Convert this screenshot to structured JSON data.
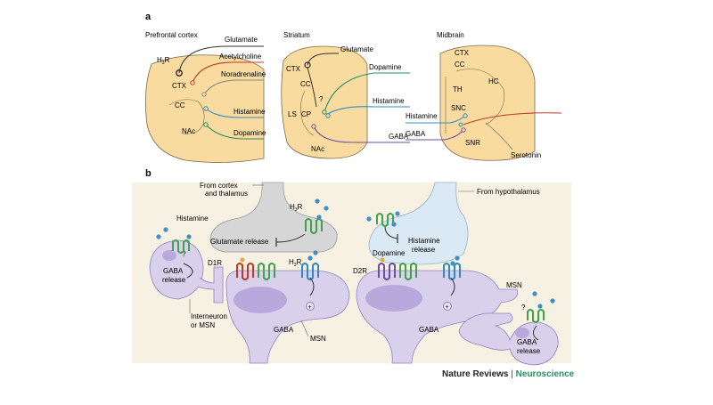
{
  "panel_a": {
    "label": "a",
    "pfc": {
      "title": "Prefrontal cortex",
      "receptor": "H",
      "receptor_sub": "3",
      "receptor_tail": "R",
      "regions": {
        "ctx": "CTX",
        "cc": "CC",
        "nac": "NAc"
      },
      "inputs": [
        "Glutamate",
        "Acetylcholine",
        "Noradrenaline",
        "Histamine",
        "Dopamine"
      ]
    },
    "striatum": {
      "title": "Striatum",
      "regions": {
        "ctx": "CTX",
        "cc": "CC",
        "ls": "LS",
        "cp": "CP",
        "nac": "NAc",
        "q": "?"
      },
      "inputs": [
        "Glutamate",
        "Dopamine",
        "Histamine",
        "GABA"
      ]
    },
    "midbrain": {
      "title": "Midbrain",
      "regions": {
        "ctx": "CTX",
        "cc": "CC",
        "hc": "HC",
        "th": "TH",
        "snc": "SNC",
        "snr": "SNR"
      },
      "inputs": [
        "Histamine",
        "GABA",
        "Serotonin"
      ]
    }
  },
  "panel_b": {
    "label": "b",
    "from_cortex": [
      "From cortex",
      "and thalamus"
    ],
    "from_hypothalamus": "From hypothalamus",
    "histamine": "Histamine",
    "q": "?",
    "h3r": {
      "h": "H",
      "sub": "3",
      "r": "R"
    },
    "glutamate_release": "Glutamate release",
    "histamine_release": [
      "Histamine",
      "release"
    ],
    "gaba_release_left": [
      "GABA",
      "release"
    ],
    "interneuron": [
      "Interneuron",
      "or MSN"
    ],
    "d1r": "D1R",
    "d2r": "D2R",
    "dopamine": "Dopamine",
    "gaba": "GABA",
    "msn": "MSN",
    "plus": "+",
    "gaba_release_right": [
      "GABA",
      "release"
    ]
  },
  "credit": {
    "journal": "Nature Reviews",
    "sep": "|",
    "field": "Neuroscience"
  },
  "colors": {
    "tissue": "#f9dba0",
    "tissue_edge": "#7a6a4a",
    "panel_bg": "#f7f1e3",
    "neuron": "#d9d0ec",
    "neuron_dark": "#8f82c2",
    "nucleus": "#b8a8dc",
    "glutamate": "#333333",
    "acetylcholine": "#c0392b",
    "noradrenaline": "#7f8c8d",
    "histamine": "#2e8bc0",
    "dopamine": "#1f8f5f",
    "gaba": "#6c4fa0",
    "serotonin": "#c0392b",
    "receptor_h3": "#2e8bc0",
    "receptor_d1": "#c0392b",
    "receptor_d2": "#6c4fa0",
    "receptor_green": "#3fa34d",
    "vesicle": "#3f8fc4"
  }
}
